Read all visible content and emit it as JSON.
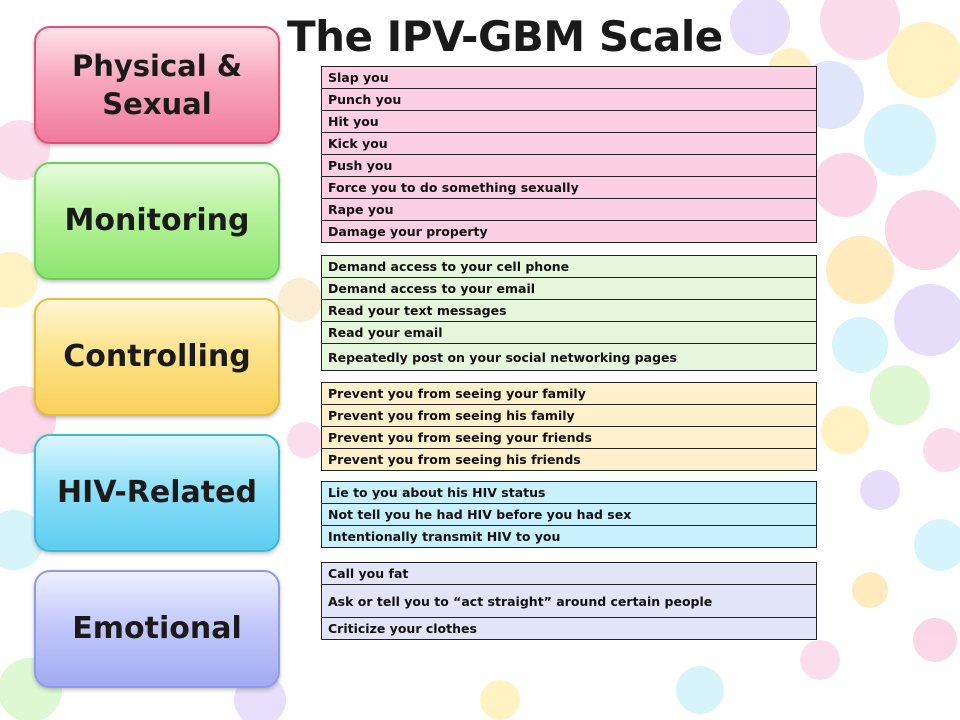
{
  "title": "The IPV-GBM Scale",
  "colors": {
    "physical": "#f9a7bf",
    "monitoring": "#b6f29a",
    "controlling": "#fde38c",
    "hiv": "#8fe0f8",
    "emotional": "#c3c9fb"
  },
  "categories": [
    {
      "label": "Physical & Sexual"
    },
    {
      "label": "Monitoring"
    },
    {
      "label": "Controlling"
    },
    {
      "label": "HIV-Related"
    },
    {
      "label": "Emotional"
    }
  ],
  "groups": {
    "physical": [
      "Slap you",
      "Punch you",
      "Hit you",
      "Kick you",
      "Push you",
      "Force you to do something sexually",
      "Rape you",
      "Damage your property"
    ],
    "monitoring": [
      "Demand access to your cell phone",
      "Demand access to your email",
      "Read your text messages",
      "Read your email",
      "Repeatedly post on your social networking pages"
    ],
    "controlling": [
      "Prevent you from seeing your family",
      "Prevent you from seeing his family",
      "Prevent you from seeing your friends",
      "Prevent you from seeing his friends"
    ],
    "hiv": [
      "Lie to you about his HIV status",
      "Not tell you he had HIV before you had sex",
      "Intentionally transmit HIV to you"
    ],
    "emotional": [
      "Call you fat",
      "Ask or tell you to “act straight” around certain people",
      "Criticize your clothes"
    ]
  }
}
